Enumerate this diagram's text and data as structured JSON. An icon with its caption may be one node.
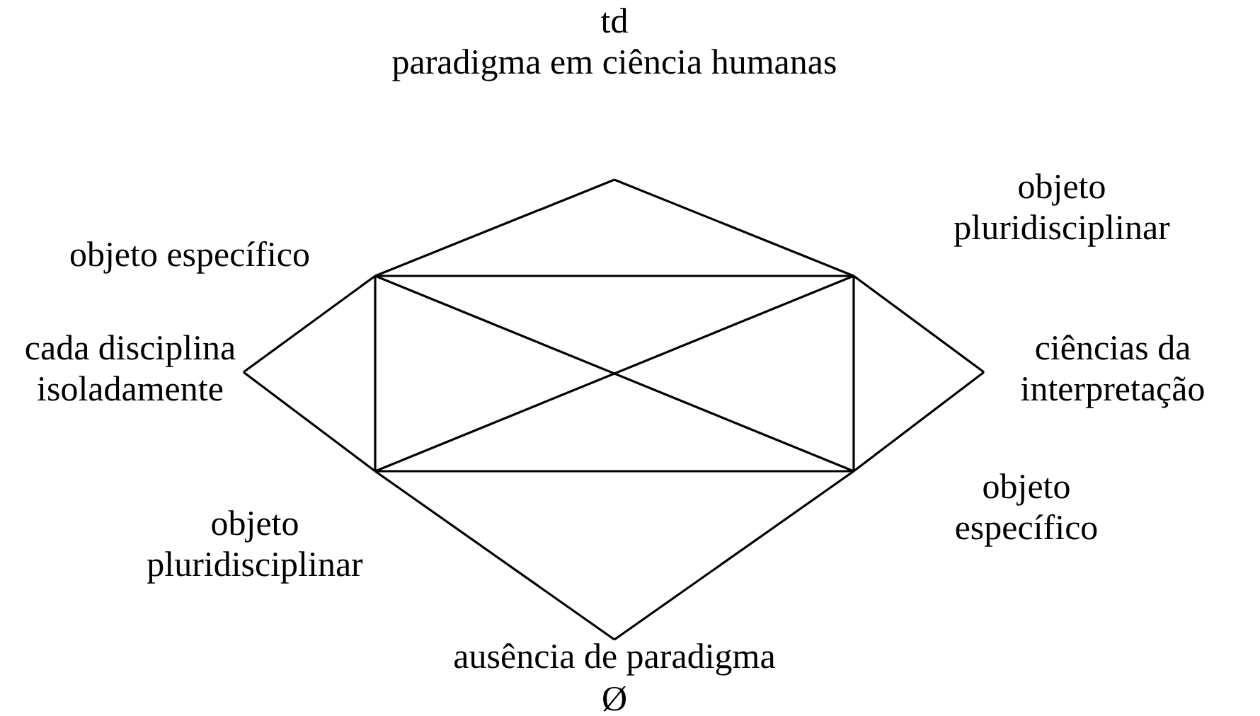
{
  "diagram": {
    "labels": [
      "td",
      "paradigma em ciência humanas",
      "objeto pluridisciplinar",
      "objeto específico",
      "cada disciplina isoladamente",
      "ciências da interpretação",
      "objeto específico",
      "objeto pluridisciplinar",
      "ausência de paradigma",
      "Ø"
    ]
  }
}
